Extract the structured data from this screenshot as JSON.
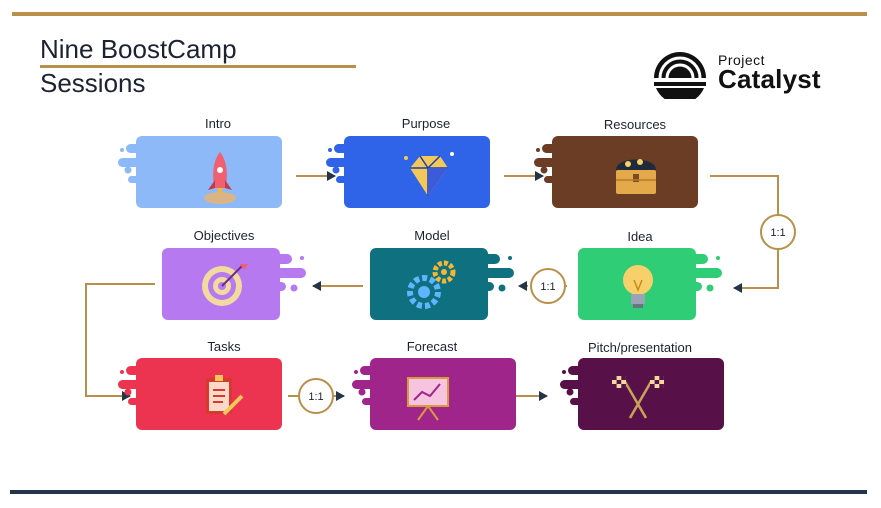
{
  "title": {
    "line1": "Nine BoostCamp",
    "line2": "Sessions"
  },
  "logo": {
    "small": "Project",
    "big": "Catalyst"
  },
  "sessions": [
    {
      "name": "Intro",
      "color": "#8db9f9",
      "icon": "rocket-icon"
    },
    {
      "name": "Purpose",
      "color": "#2f63e8",
      "icon": "diamond-icon"
    },
    {
      "name": "Resources",
      "color": "#6b3d25",
      "icon": "treasure-chest-icon"
    },
    {
      "name": "Objectives",
      "color": "#b679ef",
      "icon": "target-icon"
    },
    {
      "name": "Model",
      "color": "#0f7080",
      "icon": "gears-icon"
    },
    {
      "name": "Idea",
      "color": "#2fce76",
      "icon": "lightbulb-icon"
    },
    {
      "name": "Tasks",
      "color": "#ec3451",
      "icon": "clipboard-icon"
    },
    {
      "name": "Forecast",
      "color": "#a0258a",
      "icon": "presentation-board-icon"
    },
    {
      "name": "Pitch/presentation",
      "color": "#581148",
      "icon": "racing-flags-icon"
    }
  ],
  "one_on_one_labels": [
    "1:1",
    "1:1",
    "1:1"
  ],
  "colors": {
    "accent": "#b8904a",
    "arrow_head": "#243548",
    "dark_rule": "#243548"
  }
}
